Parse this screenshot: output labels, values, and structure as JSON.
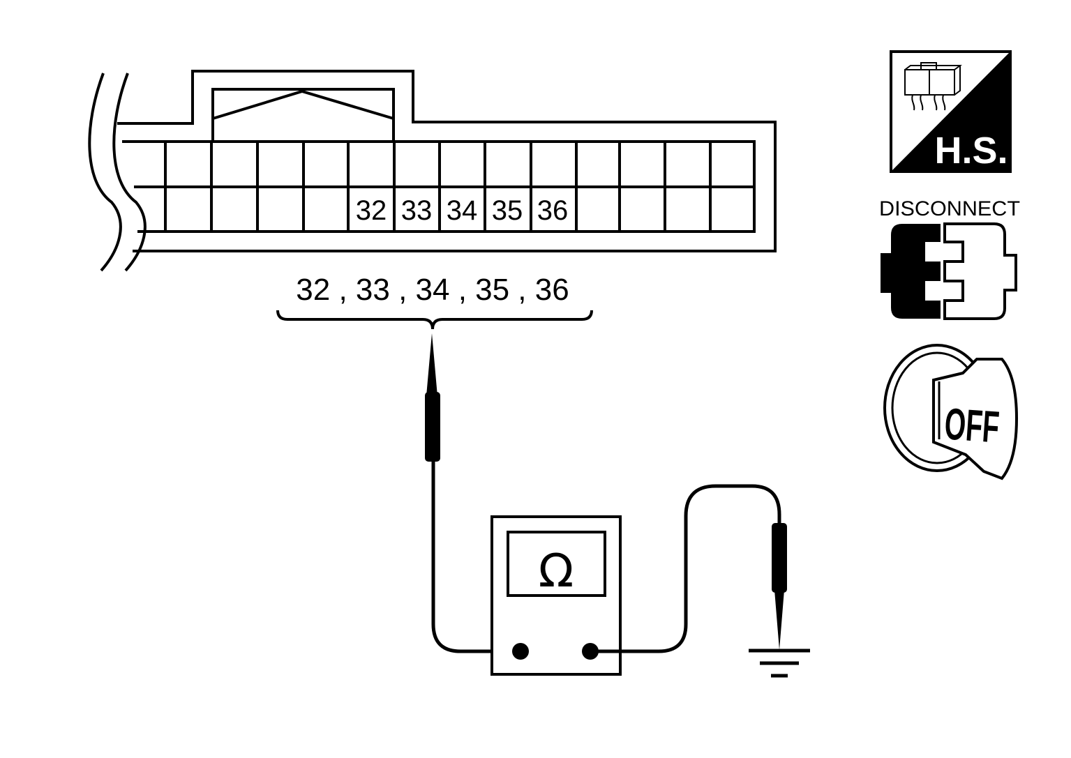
{
  "connector": {
    "pin_labels": [
      "32",
      "33",
      "34",
      "35",
      "36"
    ]
  },
  "pins_caption": "32 , 33 , 34 , 35 , 36",
  "meter": {
    "symbol": "Ω"
  },
  "icons": {
    "harness_side_label": "H.S.",
    "disconnect_label": "DISCONNECT",
    "ignition_label": "OFF"
  },
  "colors": {
    "line": "#000000",
    "background": "#ffffff"
  }
}
